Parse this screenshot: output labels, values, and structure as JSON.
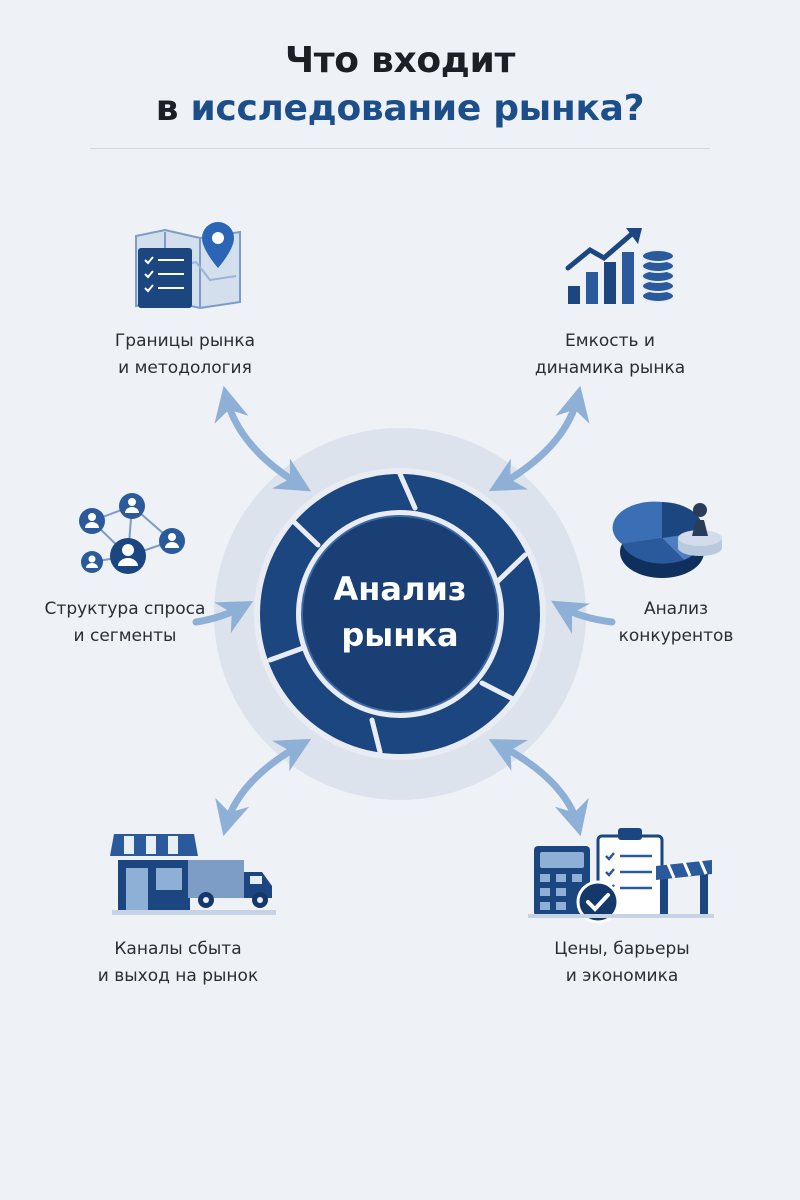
{
  "header": {
    "title_line1": "Что входит",
    "title_line2_prefix": "в",
    "title_line2_accent": "исследование рынка?"
  },
  "center": {
    "line1": "Анализ",
    "line2": "рынка"
  },
  "nodes": [
    {
      "id": "boundaries",
      "icon": "map-checklist-pin-icon",
      "line1": "Границы рынка",
      "line2": "и методология"
    },
    {
      "id": "capacity",
      "icon": "growth-chart-coins-icon",
      "line1": "Емкость и",
      "line2": "динамика рынка"
    },
    {
      "id": "demand",
      "icon": "people-network-icon",
      "line1": "Структура спроса",
      "line2": "и сегменты"
    },
    {
      "id": "competitors",
      "icon": "pie-chart-chess-icon",
      "line1": "Анализ",
      "line2": "конкурентов"
    },
    {
      "id": "channels",
      "icon": "store-truck-icon",
      "line1": "Каналы сбыта",
      "line2": "и выход на рынок"
    },
    {
      "id": "prices",
      "icon": "calculator-checklist-barrier-icon",
      "line1": "Цены, барьеры",
      "line2": "и экономика"
    }
  ],
  "colors": {
    "dark_navy": "#15386b",
    "mid_blue": "#2a5a9b",
    "accent_blue": "#1c4e8a",
    "arrow_blue": "#8fb0d6",
    "outer_ring": "#dde3ec",
    "background": "#eef1f6"
  }
}
